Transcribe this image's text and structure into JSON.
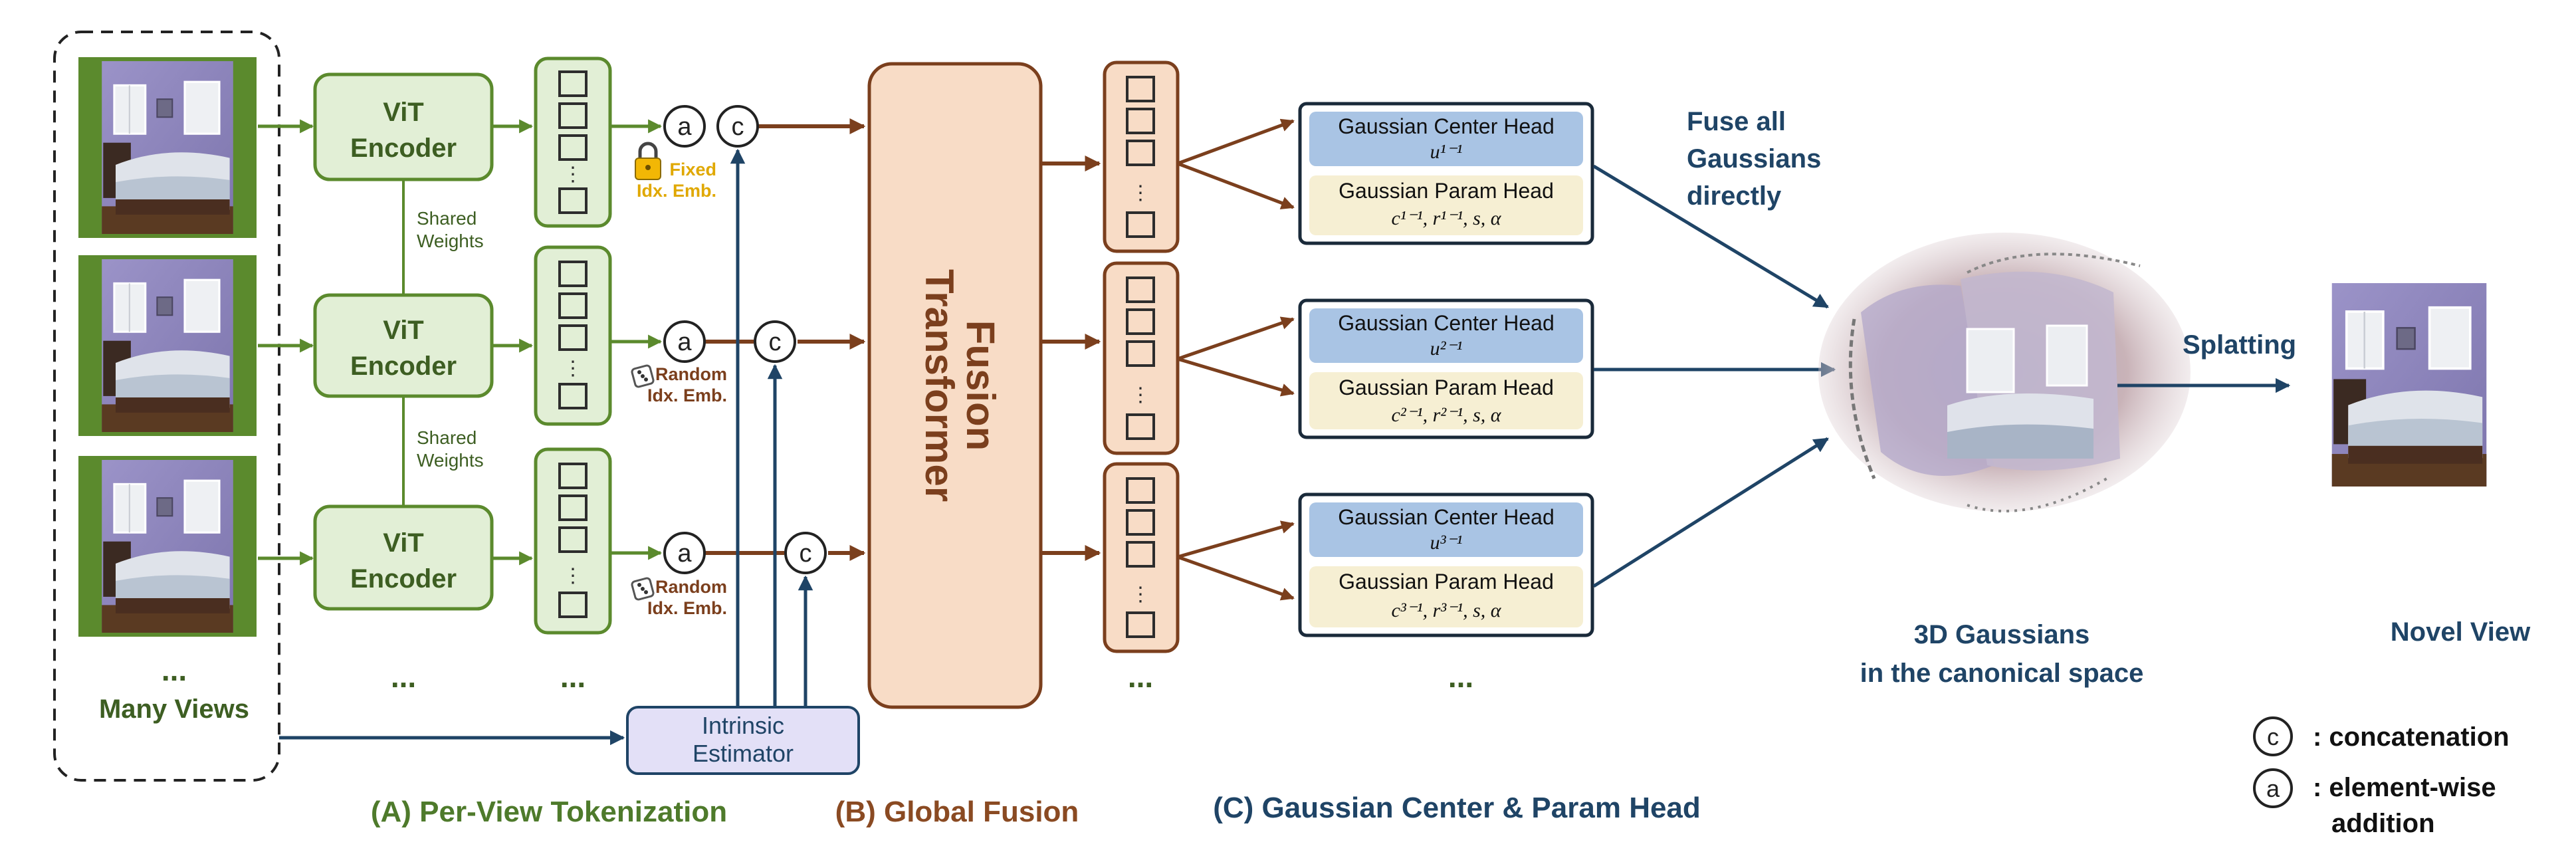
{
  "views": {
    "dots": "...",
    "label": "Many Views"
  },
  "encoders": [
    {
      "line1": "ViT",
      "line2": "Encoder"
    },
    {
      "line1": "ViT",
      "line2": "Encoder"
    },
    {
      "line1": "ViT",
      "line2": "Encoder"
    }
  ],
  "shared_weights": [
    {
      "line1": "Shared",
      "line2": "Weights"
    },
    {
      "line1": "Shared",
      "line2": "Weights"
    }
  ],
  "ops": {
    "add": "a",
    "concat": "c"
  },
  "embeddings": [
    {
      "line1": "Fixed",
      "line2": "Idx. Emb."
    },
    {
      "line1": "Random",
      "line2": "Idx. Emb."
    },
    {
      "line1": "Random",
      "line2": "Idx. Emb."
    }
  ],
  "intrinsic": {
    "line1": "Intrinsic",
    "line2": "Estimator"
  },
  "fusion": {
    "line1": "Fusion",
    "line2": "Transformer"
  },
  "heads": [
    {
      "center": "Gaussian Center Head",
      "center_math": "u¹⁻¹",
      "param": "Gaussian Param Head",
      "param_math": "c¹⁻¹, r¹⁻¹, s, α"
    },
    {
      "center": "Gaussian Center Head",
      "center_math": "u²⁻¹",
      "param": "Gaussian Param Head",
      "param_math": "c²⁻¹, r²⁻¹, s, α"
    },
    {
      "center": "Gaussian Center Head",
      "center_math": "u³⁻¹",
      "param": "Gaussian Param Head",
      "param_math": "c³⁻¹, r³⁻¹, s, α"
    }
  ],
  "ellipsis": "...",
  "fuse_note": {
    "line1": "Fuse all",
    "line2": "Gaussians",
    "line3": "directly"
  },
  "splatting": "Splatting",
  "gaussians_caption": {
    "line1": "3D Gaussians",
    "line2": "in the canonical space"
  },
  "novel_view": "Novel View",
  "sections": {
    "a": "(A) Per-View Tokenization",
    "b": "(B) Global Fusion",
    "c": "(C) Gaussian Center & Param Head"
  },
  "legend": [
    {
      "symbol": "c",
      "text": ": concatenation"
    },
    {
      "symbol": "a",
      "text": ": element-wise",
      "text2": "addition"
    }
  ],
  "colors": {
    "green": "#4e7a2b",
    "green_fill": "#e2efd6",
    "brown": "#7b3f1d",
    "brown_fill": "#f8dcc6",
    "navy": "#1f4466",
    "head_blue": "#a9c4e4",
    "head_cream": "#f6efd3",
    "purple_fill": "#e3e0f7",
    "gold": "#e0a800"
  },
  "icons": [
    "lock-icon",
    "dice-icon"
  ]
}
